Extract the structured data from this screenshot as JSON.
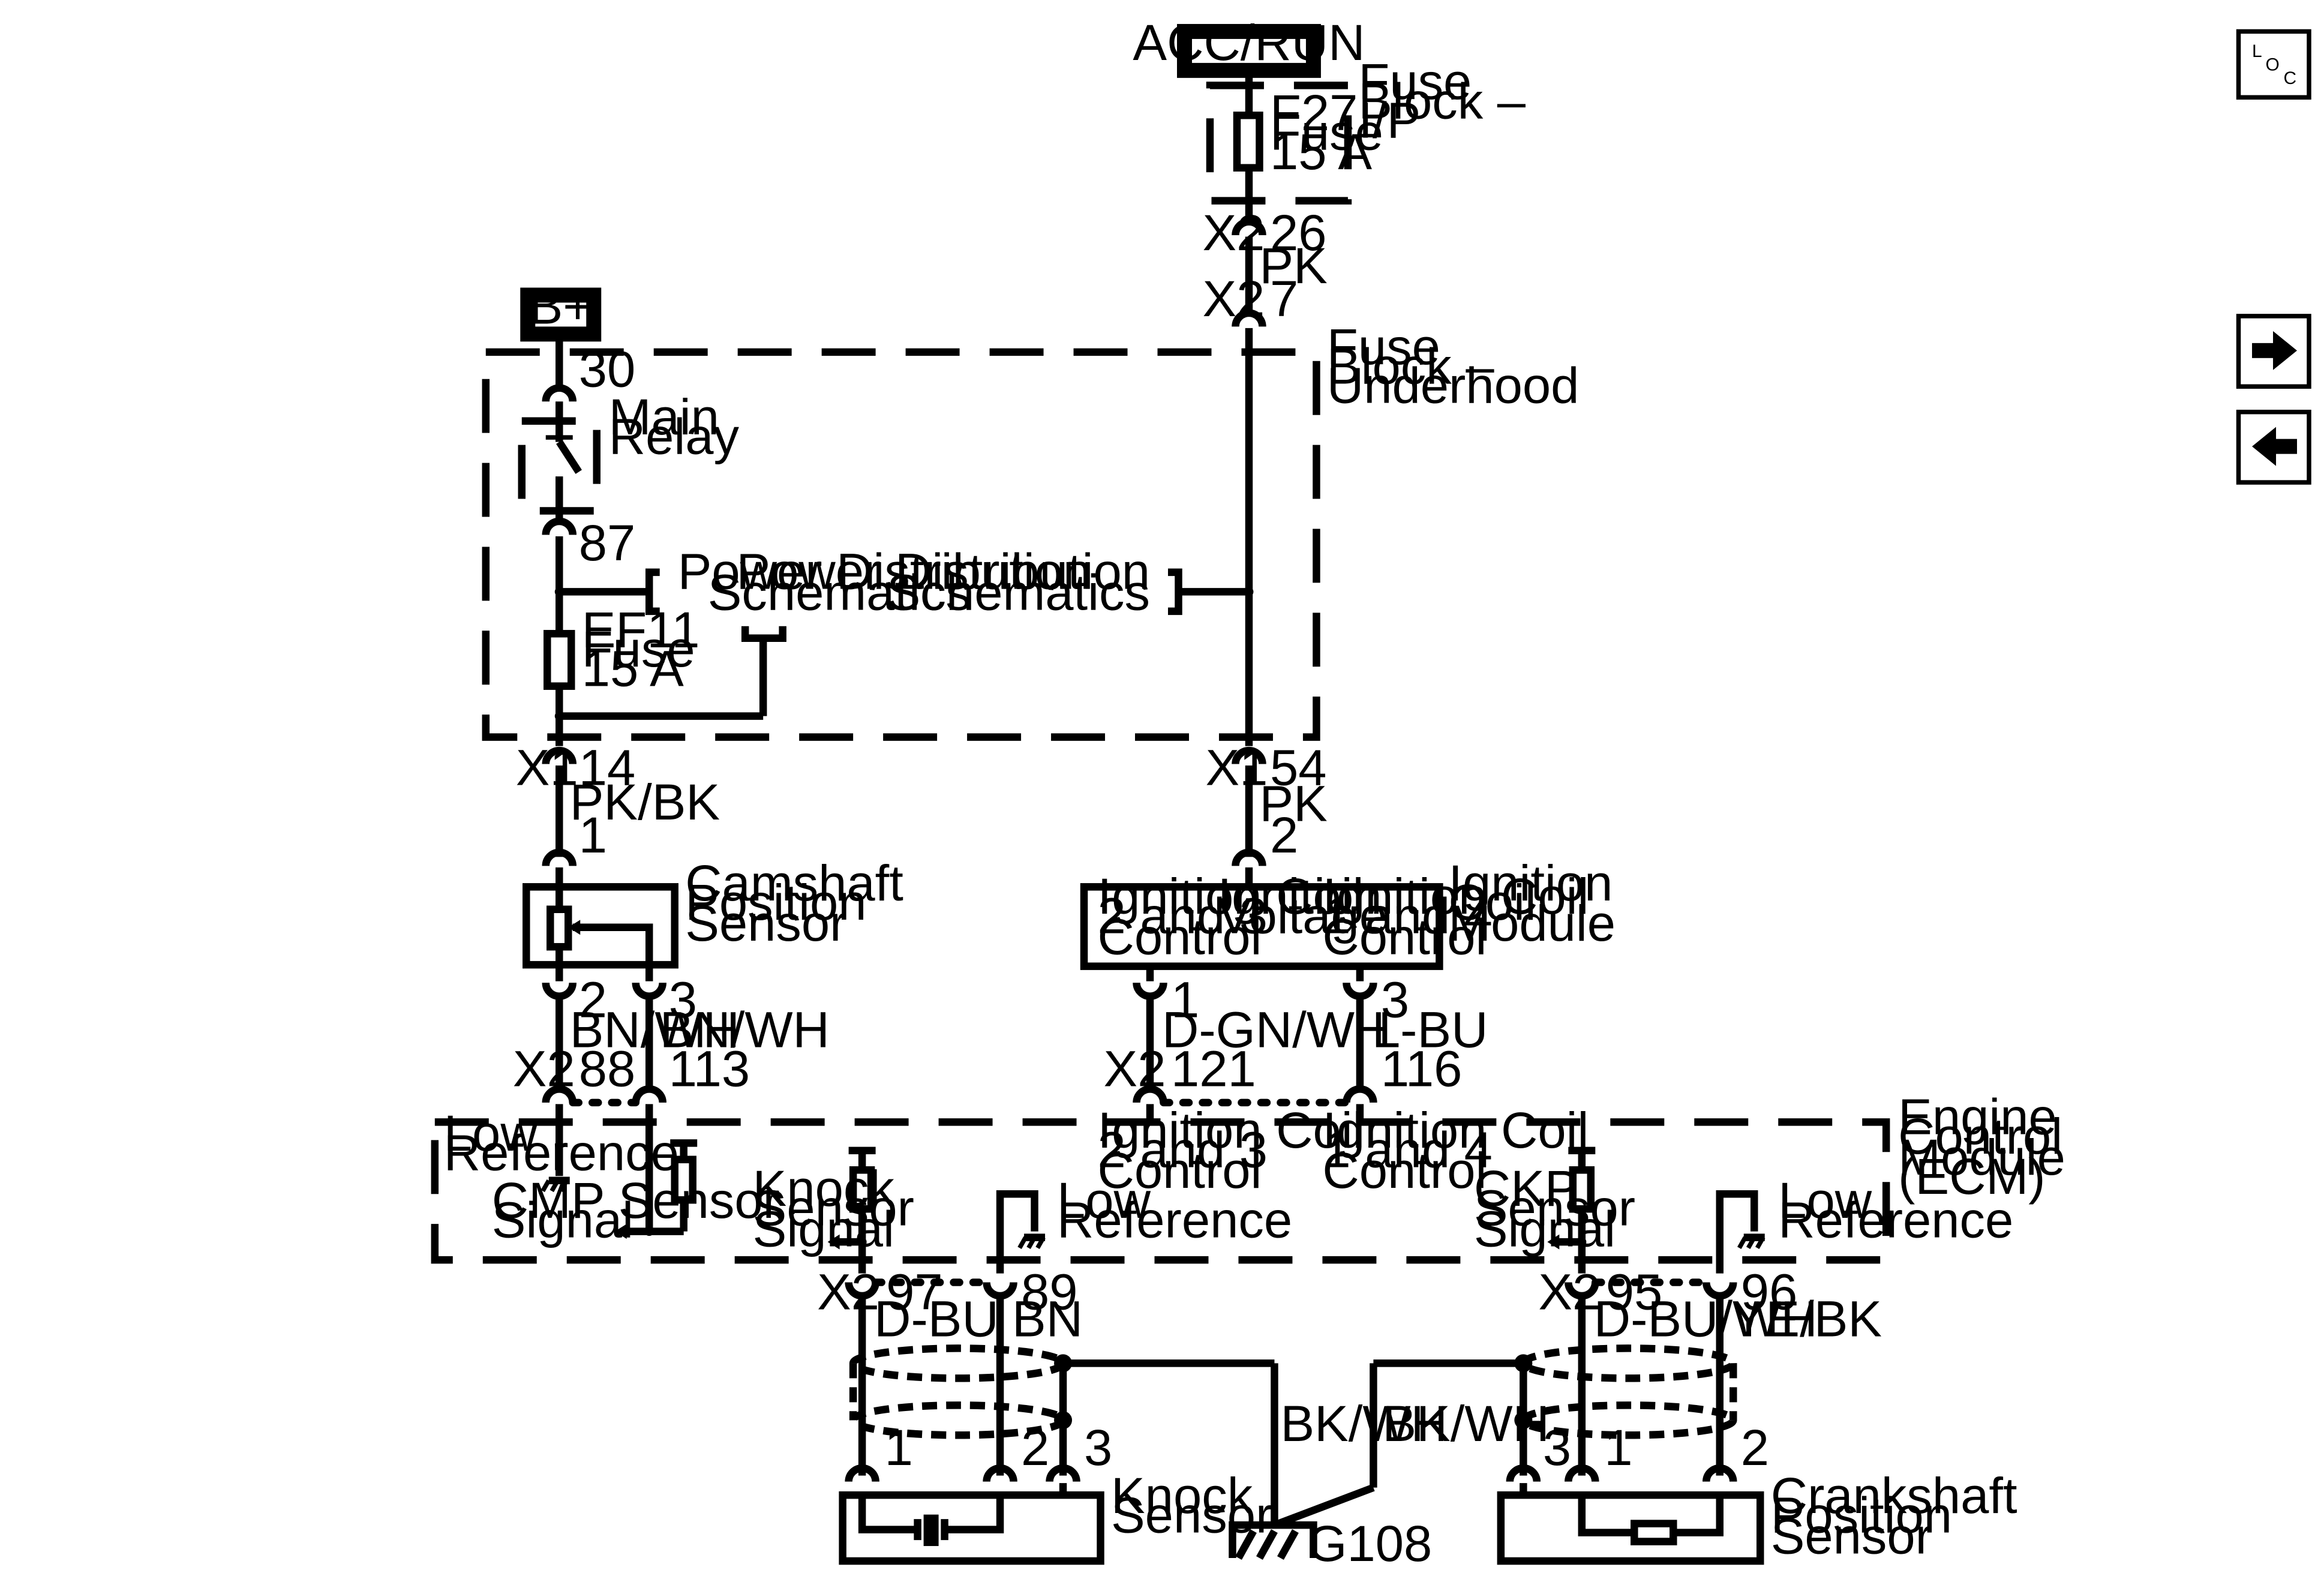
{
  "power": {
    "acc_run": "ACC/RUN",
    "b_plus": "B+"
  },
  "fuse_block_ip": {
    "label_1": "Fuse",
    "label_2": "Block –",
    "label_3": "I/P",
    "fuse_l1": "F27",
    "fuse_l2": "Fuse",
    "fuse_l3": "15 A"
  },
  "fuse_block_uh": {
    "label_1": "Fuse",
    "label_2": "Block –",
    "label_3": "Underhood"
  },
  "relay": {
    "pin_in": "30",
    "name_1": "Main",
    "name_2": "Relay",
    "pin_out": "87"
  },
  "ef11": {
    "l1": "EF11",
    "l2": "Fuse",
    "l3": "15 A"
  },
  "power_distribution": {
    "l1": "Power Distribution",
    "l2": "Schematics"
  },
  "connectors": {
    "x2_26": {
      "conn": "X2",
      "pin": "26"
    },
    "wire_pk_top": "PK",
    "x2_7": {
      "conn": "X2",
      "pin": "7"
    },
    "x1_14": {
      "conn": "X1",
      "pin": "14"
    },
    "wire_pkbk": "PK/BK",
    "x1_54": {
      "conn": "X1",
      "pin": "54"
    },
    "wire_pk_mid": "PK",
    "cmp_pin1": "1",
    "icm_pin2": "2"
  },
  "camshaft_sensor": {
    "l1": "Camshaft",
    "l2": "Position",
    "l3": "Sensor",
    "pin2": "2",
    "pin3": "3",
    "wire2": "BN/WH",
    "wire3": "BN/WH"
  },
  "ignition_module": {
    "name_1": "Ignition",
    "name_2": "Coil",
    "name_3": "Module",
    "c1_l1": "Ignition Coil",
    "c1_l2": "2 and 3",
    "c1_l3": "Control",
    "c2_l1": "Ignition",
    "c2_l2": "Voltage",
    "c3_l1": "Ignition Coil",
    "c3_l2": "1 and 4",
    "c3_l3": "Control",
    "pin1": "1",
    "pin3": "3",
    "wire1": "D-GN/WH",
    "wire3": "L-BU"
  },
  "ecm_top": {
    "x2_a": "X2",
    "p88": "88",
    "p113": "113",
    "x2_b": "X2",
    "p121": "121",
    "p116": "116"
  },
  "ecm": {
    "name_1": "Engine",
    "name_2": "Control",
    "name_3": "Module",
    "name_4": "(ECM)",
    "low_ref_l1": "Low",
    "low_ref_l2": "Reference",
    "cmp_sig_l1": "CMP Sensor",
    "cmp_sig_l2": "Signal",
    "ic23_l1": "Ignition Coil",
    "ic23_l2": "2 and 3",
    "ic23_l3": "Control",
    "ic14_l1": "Ignition Coil",
    "ic14_l2": "1 and 4",
    "ic14_l3": "Control",
    "knock_sig_l1": "Knock",
    "knock_sig_l2": "Sensor",
    "knock_sig_l3": "Signal",
    "low_ref2_l1": "Low",
    "low_ref2_l2": "Reference",
    "ckp_sig_l1": "CKP",
    "ckp_sig_l2": "Sensor",
    "ckp_sig_l3": "Signal",
    "low_ref3_l1": "Low",
    "low_ref3_l2": "Reference"
  },
  "ecm_bottom": {
    "x2_a": "X2",
    "p97": "97",
    "p89": "89",
    "w97": "D-BU",
    "w89": "BN",
    "x2_b": "X2",
    "p95": "95",
    "p96": "96",
    "w95": "D-BU/WH",
    "w96": "YE/BK"
  },
  "knock_sensor": {
    "l1": "Knock",
    "l2": "Sensor",
    "pin1": "1",
    "pin2": "2",
    "pin3": "3"
  },
  "crank_sensor": {
    "l1": "Crankshaft",
    "l2": "Position",
    "l3": "Sensor",
    "pin3": "3",
    "pin1": "1",
    "pin2": "2"
  },
  "ground": {
    "wire_a": "BK/WH",
    "wire_b": "BK/WH",
    "name": "G108"
  },
  "nav": {
    "loc_l": "L",
    "loc_o": "O",
    "loc_c": "C",
    "forward_icon": "arrow-right-icon",
    "back_icon": "arrow-left-icon"
  }
}
